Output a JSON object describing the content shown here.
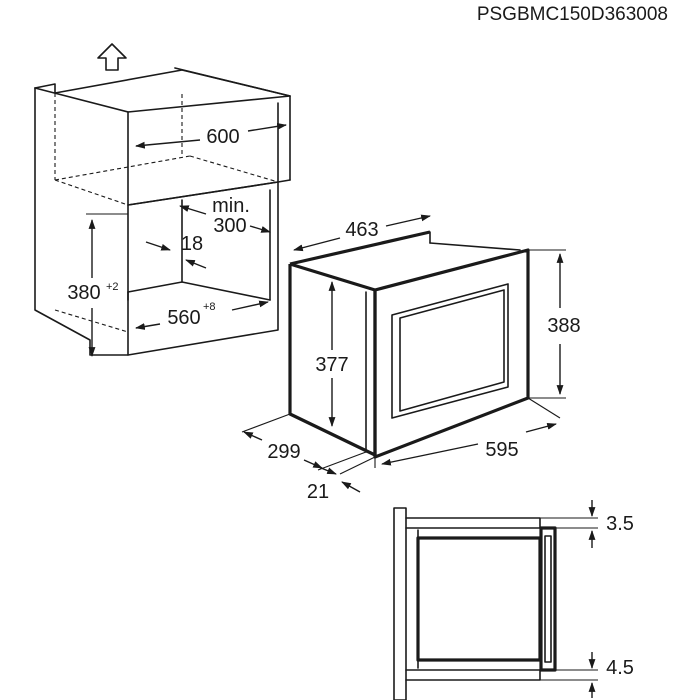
{
  "code": "PSGBMC150D363008",
  "dims": {
    "cabinet_width": "600",
    "min_label": "min.",
    "min_value": "300",
    "gap": "18",
    "height": "380",
    "height_tol": "+2",
    "niche_width": "560",
    "niche_tol": "+8",
    "appliance_depth": "463",
    "appliance_height": "388",
    "body_height": "377",
    "body_depth": "299",
    "front_width": "595",
    "front_depth": "21",
    "top_offset": "3.5",
    "bottom_offset": "4.5"
  },
  "icons": {
    "up_arrow": "up-arrow-icon"
  }
}
